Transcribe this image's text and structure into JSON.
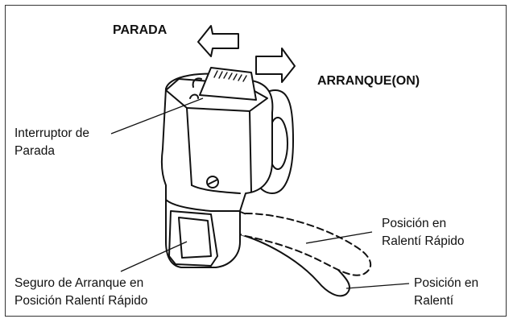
{
  "labels": {
    "parada": "PARADA",
    "arranque_on": "ARRANQUE(ON)",
    "interruptor_line1": "Interruptor de",
    "interruptor_line2": "Parada",
    "ralenti_rapido_line1": "Posición en",
    "ralenti_rapido_line2": "Ralentí Rápido",
    "ralenti_line1": "Posición en",
    "ralenti_line2": "Ralentí",
    "seguro_line1": "Seguro de Arranque en",
    "seguro_line2": "Posición Ralentí Rápido"
  }
}
